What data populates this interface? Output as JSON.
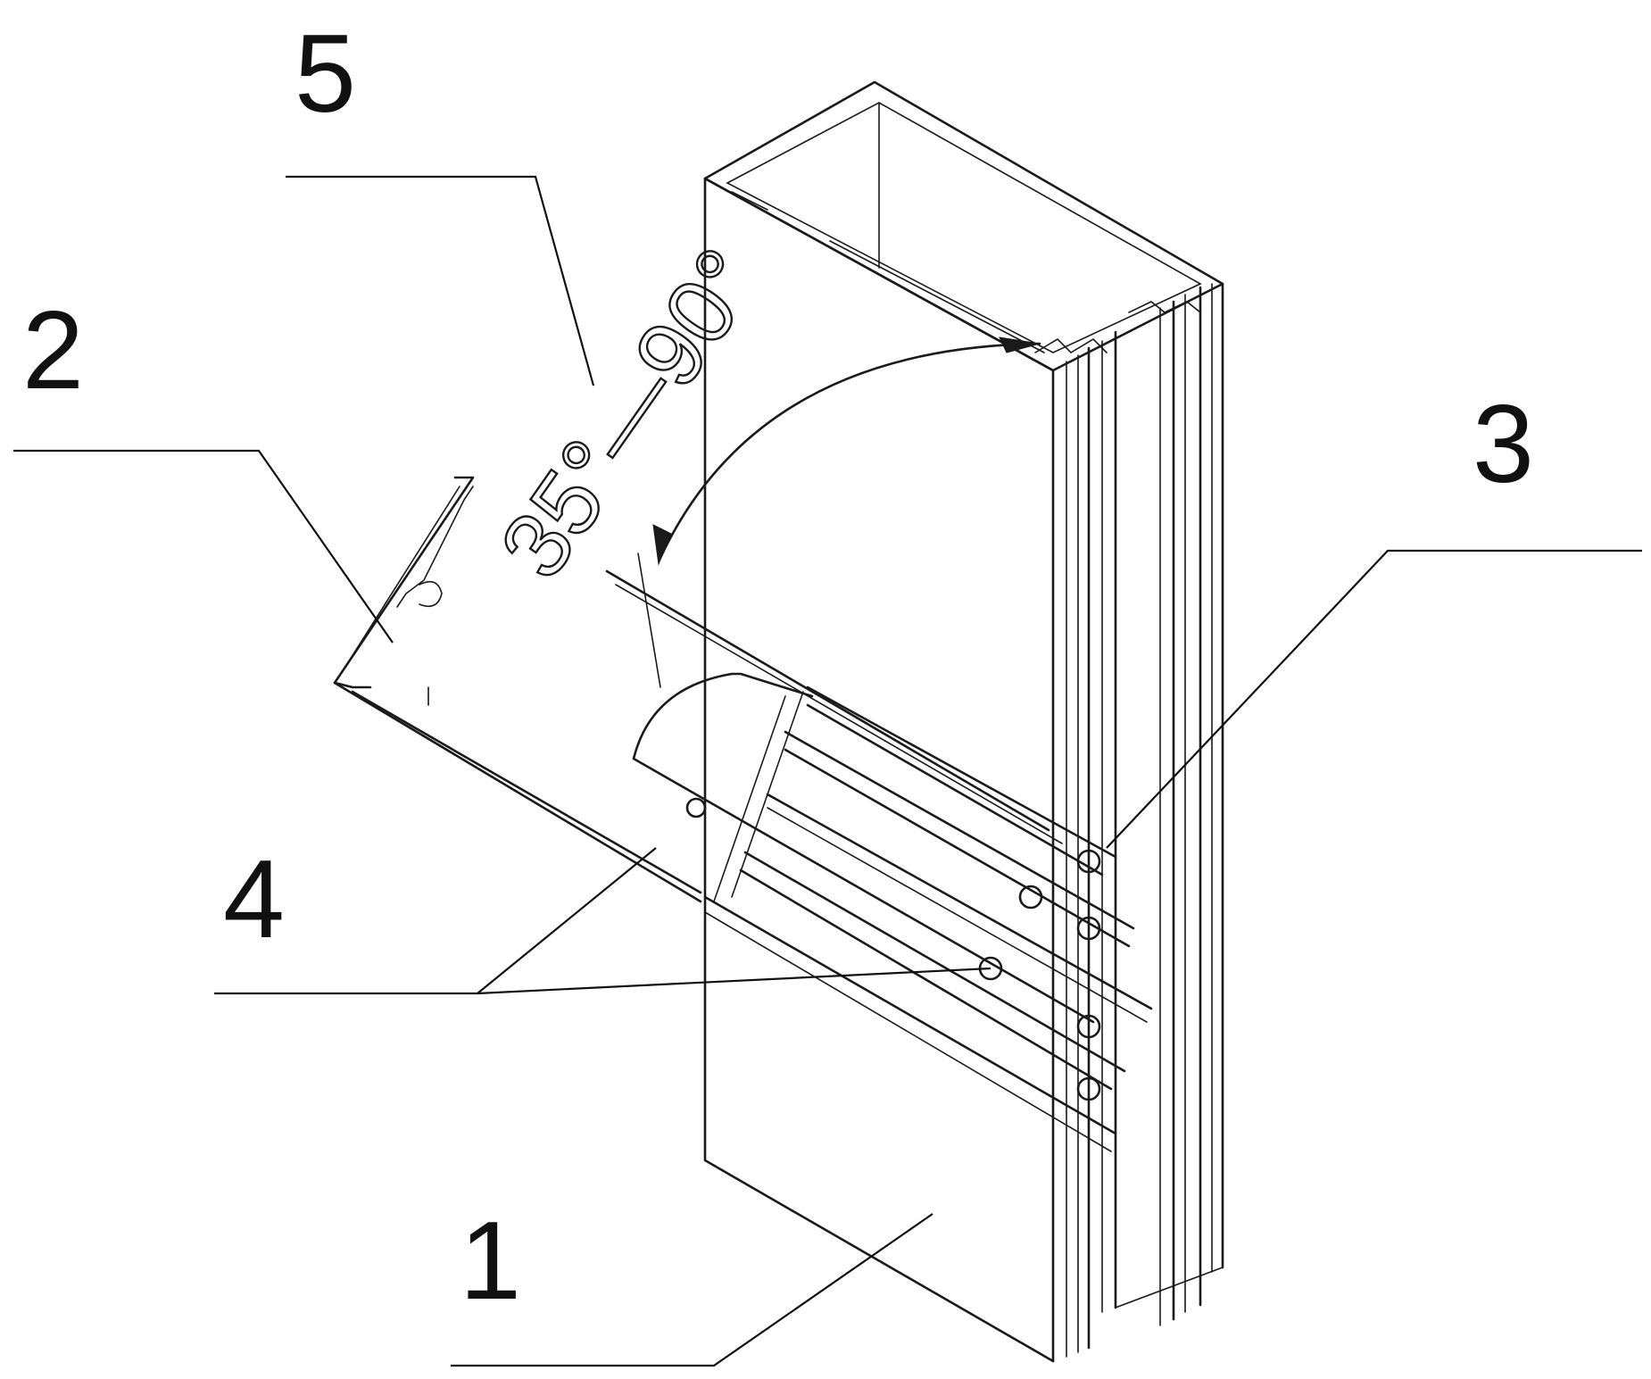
{
  "figure": {
    "callouts": [
      {
        "id": "callout-1",
        "label": "1"
      },
      {
        "id": "callout-2",
        "label": "2"
      },
      {
        "id": "callout-3",
        "label": "3"
      },
      {
        "id": "callout-4",
        "label": "4"
      },
      {
        "id": "callout-5",
        "label": "5"
      }
    ],
    "angle_range_label": "35°—90°",
    "line_color": "#1a1a1a",
    "background": "#ffffff"
  }
}
